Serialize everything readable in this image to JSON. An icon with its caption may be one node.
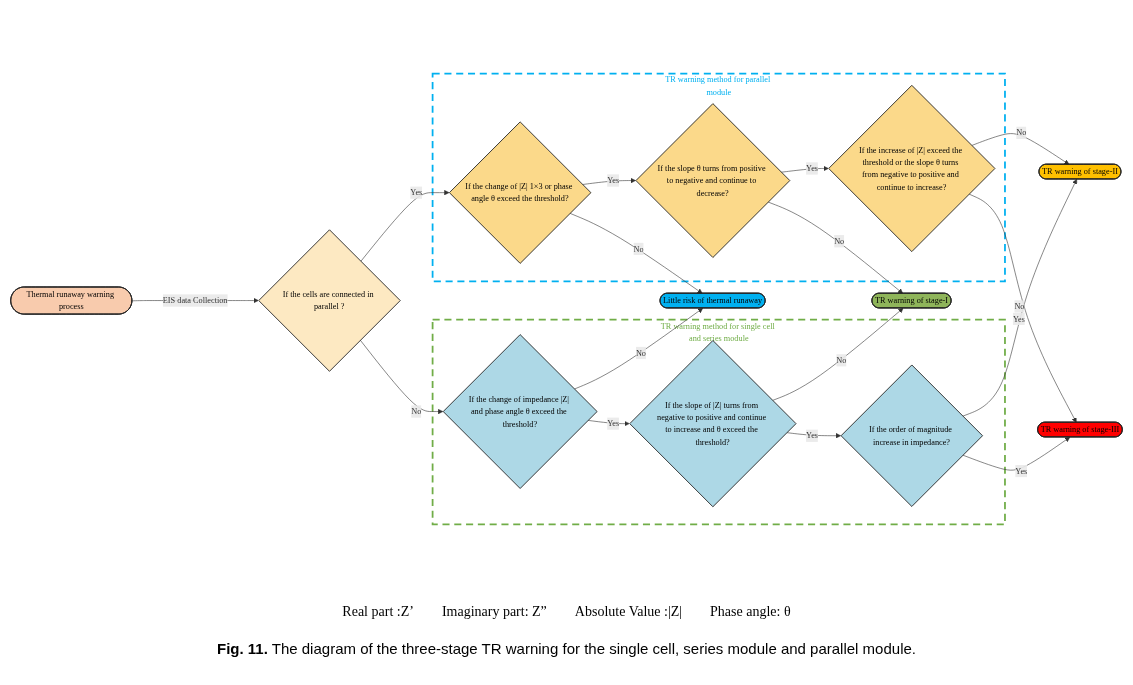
{
  "diagram": {
    "caption": "**Fig. 11.** The diagram of the three-stage TR warning for the single cell, series module and parallel module.",
    "nodes": [
      {
        "text": [
          "TR warning method for parallel module"
        ]
      },
      {
        "text": [
          "Thermal runaway warning process"
        ]
      },
      {
        "text": [
          "TR warning method for single cell and series module"
        ]
      },
      {
        "text": [
          "If the cells are connected in parallel ?"
        ]
      },
      {
        "text": [
          "If the change of |Z| 1×3 or phase angle θ exceed the threshold?"
        ],
        "in": 0
      },
      {
        "text": [
          "If the change of impedance |Z| and phase angle θ exceed the threshold?"
        ],
        "in": 2
      },
      {
        "text": [
          "Little risk of thermal runaway"
        ]
      },
      {
        "text": [
          "If the slope θ turns from positive to negative and continue to decrease?"
        ],
        "in": 0
      },
      {
        "text": [
          "TR warning of stage-I"
        ]
      },
      {
        "text": [
          "If the slope of |Z| turns from negative to positive and continue to increase and θ exceed the threshold?"
        ],
        "in": 2
      },
      {
        "text": [
          "TR warning of stage-II"
        ]
      },
      {
        "text": [
          "If the increase of |Z| exceed the threshold or the slope θ turns from negative to positive and continue to increase?"
        ],
        "in": 0
      },
      {
        "text": [
          "TR warning of stage-III"
        ]
      },
      {
        "text": [
          "If the order of magnitude increase in impedance?"
        ],
        "in": 2
      }
    ],
    "edges": [
      {
        "from": 1,
        "to": 3,
        "arrow": "to",
        "label": "EIS data Collection"
      },
      {
        "from": 3,
        "to": 4,
        "arrow": "to",
        "label": "Yes"
      },
      {
        "from": 3,
        "to": 5,
        "arrow": "to",
        "label": "No"
      },
      {
        "from": 4,
        "to": 6,
        "arrow": "to",
        "label": "No"
      },
      {
        "from": 5,
        "to": 6,
        "arrow": "to",
        "label": "No"
      },
      {
        "from": 4,
        "to": 7,
        "arrow": "to",
        "label": "Yes"
      },
      {
        "from": 5,
        "to": 9,
        "arrow": "to",
        "label": "Yes"
      },
      {
        "from": 7,
        "to": 8,
        "arrow": "to",
        "label": "No"
      },
      {
        "from": 9,
        "to": 8,
        "arrow": "to",
        "label": "No"
      },
      {
        "from": 7,
        "to": 11,
        "arrow": "to",
        "label": "Yes"
      },
      {
        "from": 9,
        "to": 13,
        "arrow": "to",
        "label": "Yes"
      },
      {
        "from": 11,
        "to": 10,
        "arrow": "to",
        "label": "No"
      },
      {
        "from": 13,
        "to": 10,
        "arrow": "to",
        "label": "No"
      },
      {
        "from": 11,
        "to": 12,
        "arrow": "to",
        "label": "Yes"
      },
      {
        "from": 13,
        "to": 12,
        "arrow": "to",
        "label": "Yes"
      }
    ],
    "labels": [
      "Real part :Z’",
      "Imaginary part: Z”",
      "Absolute Value :|Z|",
      "Phase angle: θ"
    ]
  }
}
